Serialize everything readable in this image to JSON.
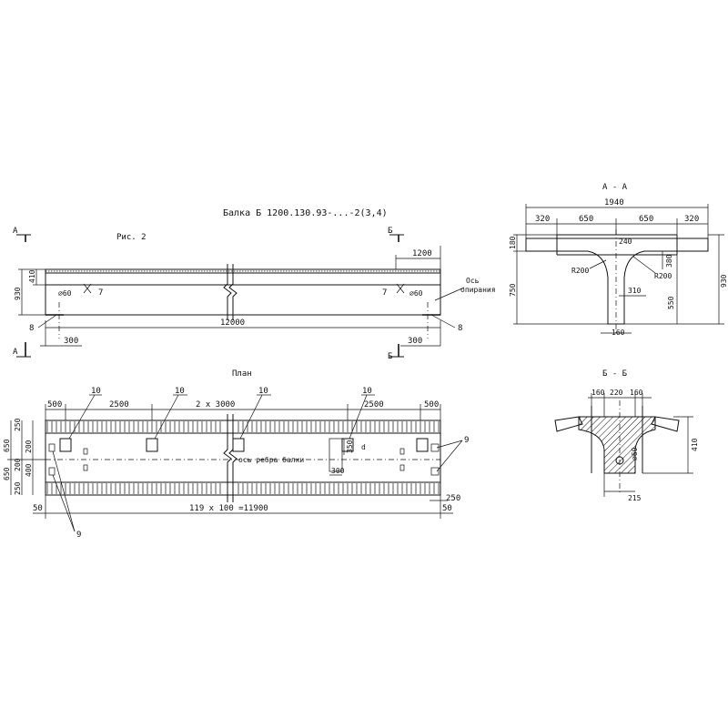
{
  "title": "Балка Б 1200.130.93-...-2(3,4)",
  "fig_label": "Рис. 2",
  "plan_label": "План",
  "section_aa": "А - А",
  "section_bb": "Б - Б",
  "markers": {
    "a": "А",
    "b": "Б"
  },
  "elevation": {
    "dims": {
      "total_length": "12000",
      "end_left": "300",
      "end_right": "300",
      "right_top": "1200",
      "height_total": "930",
      "height_flange": "410"
    },
    "labels": {
      "hole_left": "⌀60",
      "hole_right": "⌀60",
      "callout_7": "7",
      "callout_8": "8",
      "support_axis_1": "Ось",
      "support_axis_2": "опирания"
    }
  },
  "plan": {
    "dims": {
      "top_500_left": "500",
      "top_2500_left": "2500",
      "top_mid": "2 x 3000",
      "top_2500_right": "2500",
      "top_500_right": "500",
      "bottom_total": "119 x 100 =11900",
      "bottom_50_left": "50",
      "bottom_50_right": "50",
      "bottom_250": "250",
      "left_650_top": "650",
      "left_250_top": "250",
      "left_200_top": "200",
      "left_200_bot": "200",
      "left_400": "400",
      "left_650_bot": "650",
      "left_250_bot": "250",
      "dim_350": "350",
      "dim_300": "300",
      "dim_d": "d"
    },
    "labels": {
      "callout_10": "10",
      "callout_9": "9",
      "axis_text": "ось ребра балки"
    }
  },
  "section_a": {
    "dims": {
      "width": "1940",
      "w320_left": "320",
      "w650_left": "650",
      "w650_right": "650",
      "w320_right": "320",
      "w240": "240",
      "h180": "180",
      "h750": "750",
      "h930": "930",
      "h550": "550",
      "h380": "380",
      "w310": "310",
      "w160": "160",
      "r200_left": "R200",
      "r200_right": "R200"
    }
  },
  "section_b": {
    "dims": {
      "w160_left": "160",
      "w220": "220",
      "w160_right": "160",
      "h410": "410",
      "hole": "⌀60",
      "w215": "215"
    }
  }
}
